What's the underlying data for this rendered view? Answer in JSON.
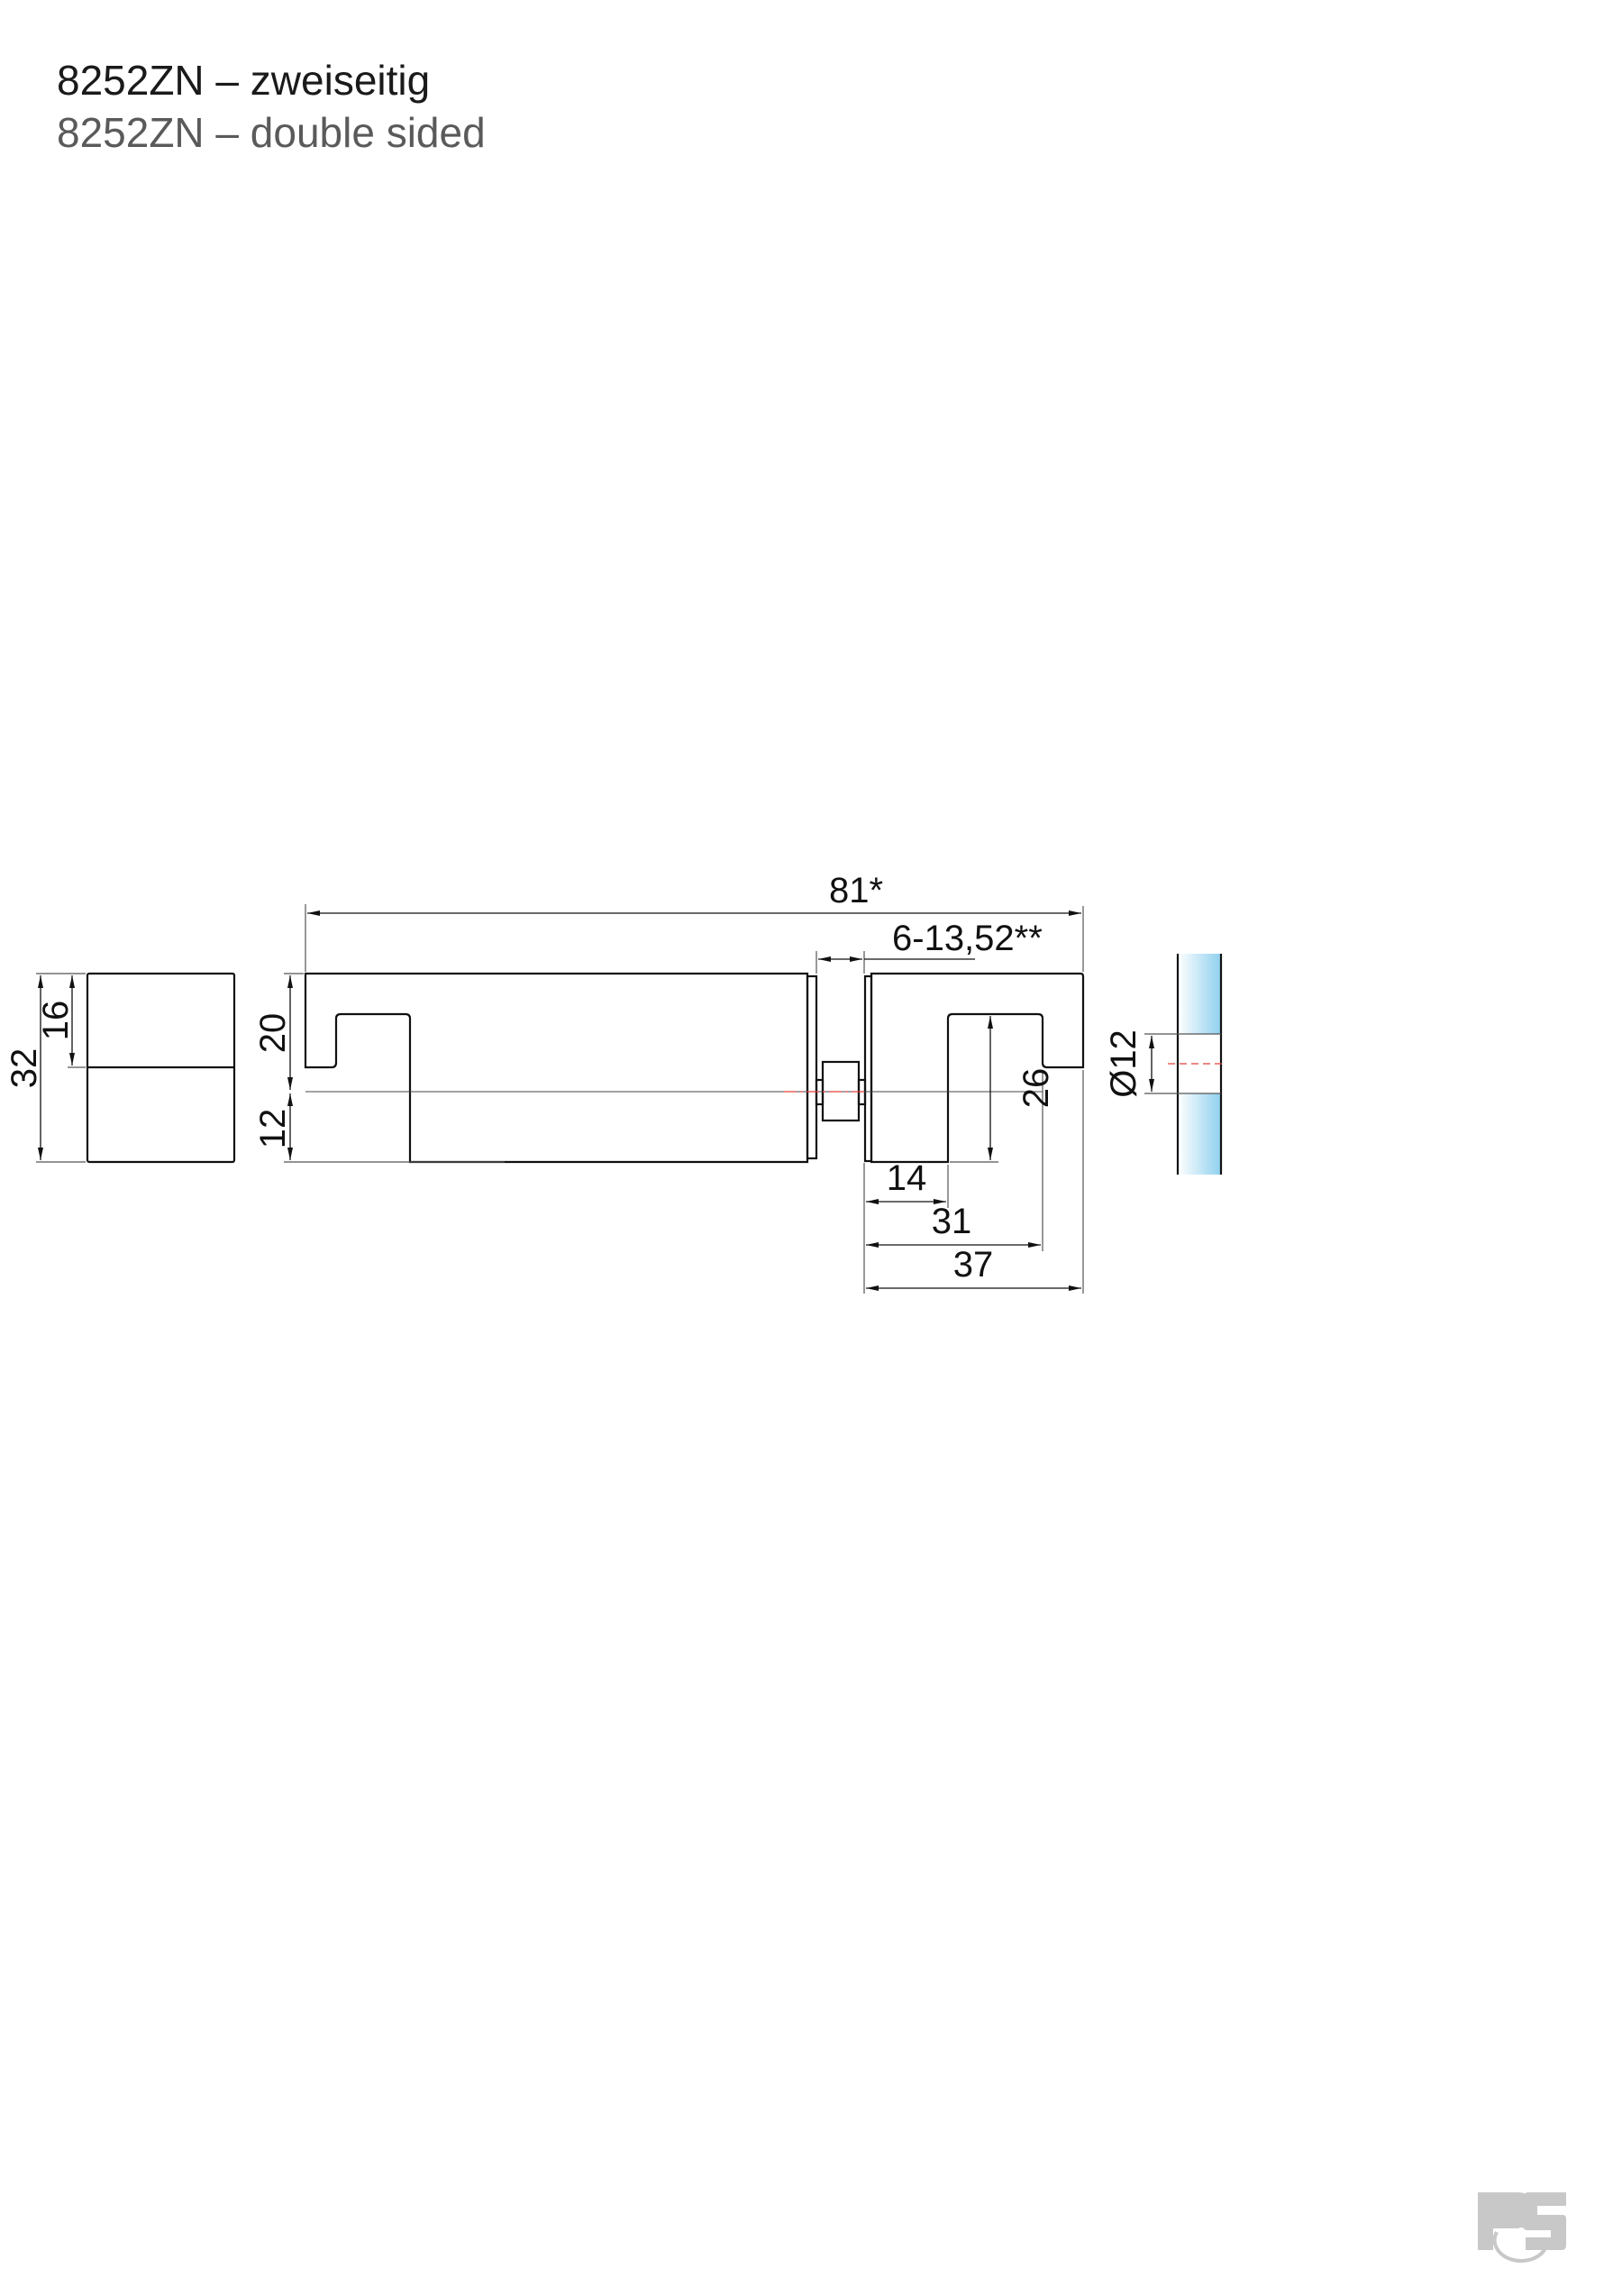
{
  "header": {
    "title_de": "8252ZN – zweiseitig",
    "title_en": "8252ZN – double sided"
  },
  "drawing": {
    "dimensions": {
      "overall_length": "81*",
      "glass_thickness_range": "6-13,52**",
      "front_height": "32",
      "front_half_height": "16",
      "side_upper": "20",
      "side_lower": "12",
      "slot_depth": "26",
      "slot_offset": "14",
      "slot_end": "31",
      "knob_length": "37",
      "hole_diameter": "Ø12"
    },
    "colors": {
      "line": "#111111",
      "centerline": "#e0403a",
      "glass": "#8fd0ef"
    }
  },
  "logo": {
    "text": "RS"
  }
}
